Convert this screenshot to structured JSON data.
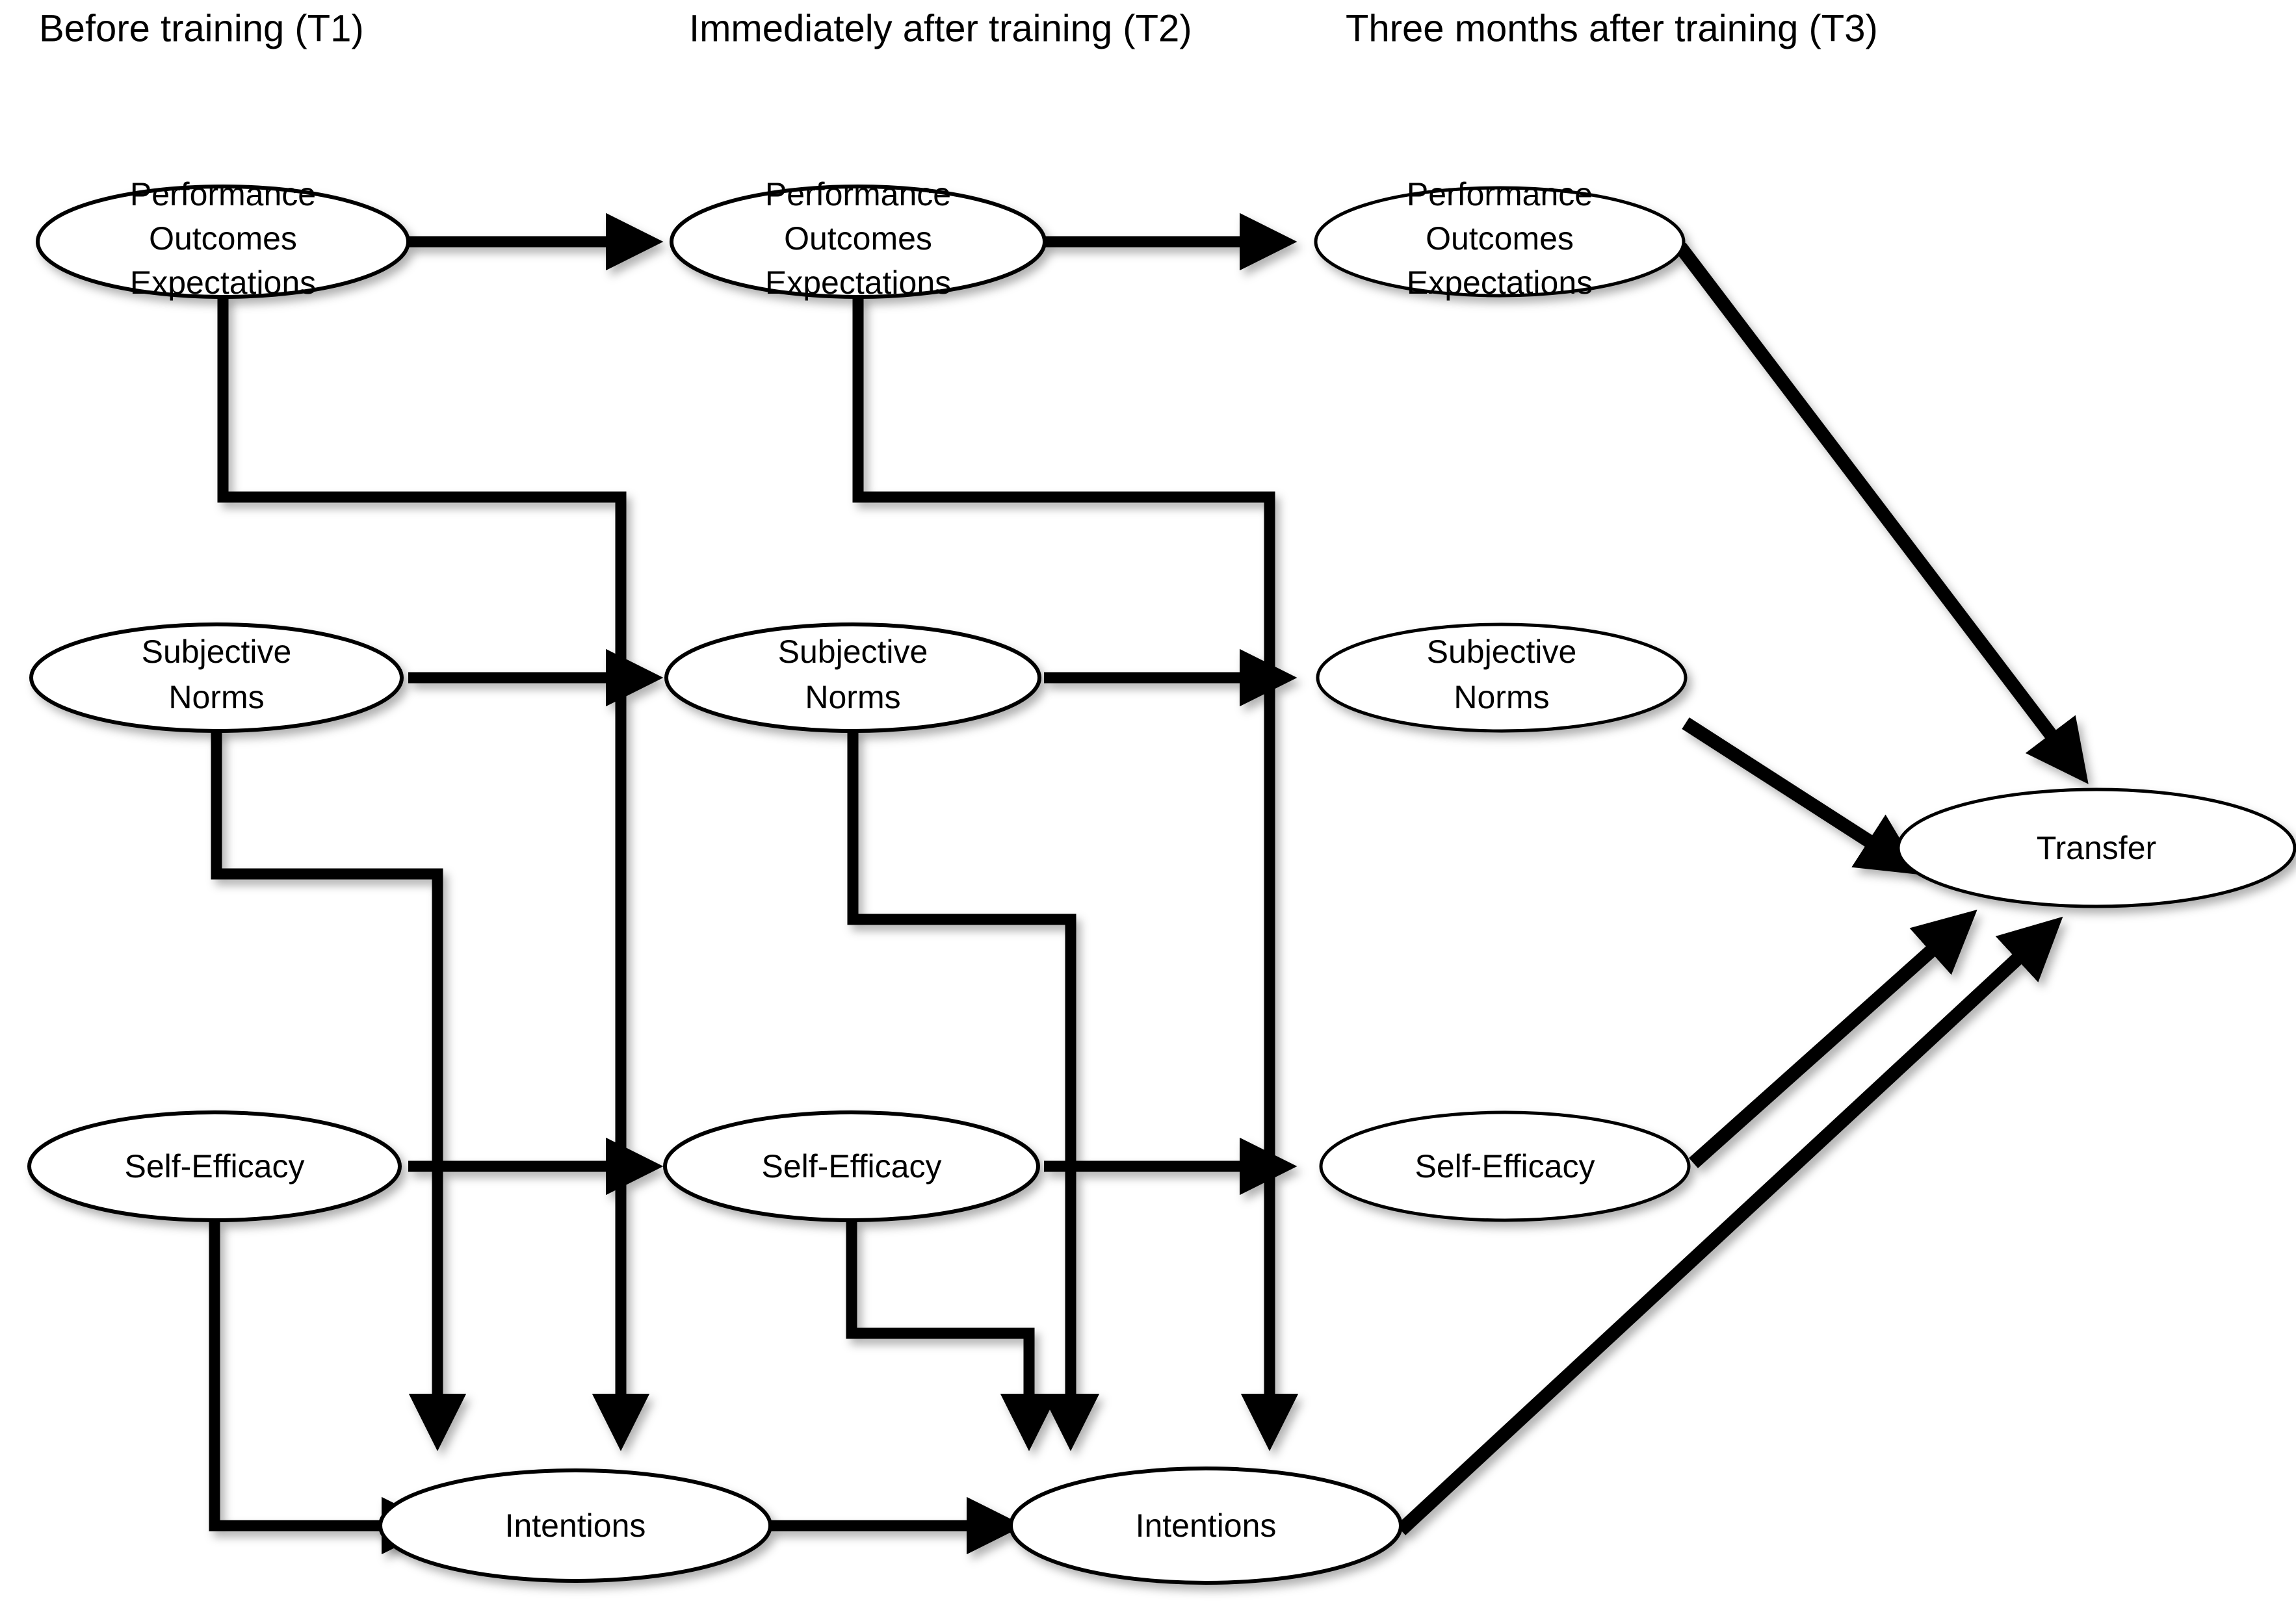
{
  "figure": {
    "type": "path-diagram",
    "background": "#ffffff",
    "stroke_color": "#000000",
    "timeline_arrow": "right-pointing-arrow"
  },
  "timeline": {
    "labels": [
      {
        "id": "t1",
        "text": "Before training (T1)"
      },
      {
        "id": "t2",
        "text": "Immediately after training (T2)"
      },
      {
        "id": "t3",
        "text": "Three months after training (T3)"
      }
    ]
  },
  "nodes": {
    "t1_poe": {
      "label_line1": "Performance",
      "label_line2": "Outcomes",
      "label_line3": "Expectations"
    },
    "t2_poe": {
      "label_line1": "Performance",
      "label_line2": "Outcomes",
      "label_line3": "Expectations"
    },
    "t3_poe": {
      "label_line1": "Performance",
      "label_line2": "Outcomes",
      "label_line3": "Expectations"
    },
    "t1_sn": {
      "label_line1": "Subjective",
      "label_line2": "Norms"
    },
    "t2_sn": {
      "label_line1": "Subjective",
      "label_line2": "Norms"
    },
    "t3_sn": {
      "label_line1": "Subjective",
      "label_line2": "Norms"
    },
    "t1_se": {
      "label_line1": "Self-Efficacy"
    },
    "t2_se": {
      "label_line1": "Self-Efficacy"
    },
    "t3_se": {
      "label_line1": "Self-Efficacy"
    },
    "t1_int": {
      "label_line1": "Intentions"
    },
    "t2_int": {
      "label_line1": "Intentions"
    },
    "transfer": {
      "label_line1": "Transfer"
    }
  },
  "edges": [
    {
      "from": "t1_poe",
      "to": "t2_poe",
      "style": "orthogonal"
    },
    {
      "from": "t2_poe",
      "to": "t3_poe",
      "style": "orthogonal"
    },
    {
      "from": "t1_sn",
      "to": "t2_sn",
      "style": "orthogonal"
    },
    {
      "from": "t2_sn",
      "to": "t3_sn",
      "style": "orthogonal"
    },
    {
      "from": "t1_se",
      "to": "t2_se",
      "style": "orthogonal"
    },
    {
      "from": "t2_se",
      "to": "t3_se",
      "style": "orthogonal"
    },
    {
      "from": "t1_int",
      "to": "t2_int",
      "style": "orthogonal"
    },
    {
      "from": "t1_poe",
      "to": "t1_int",
      "style": "orthogonal"
    },
    {
      "from": "t1_sn",
      "to": "t1_int",
      "style": "orthogonal"
    },
    {
      "from": "t1_se",
      "to": "t1_int",
      "style": "orthogonal"
    },
    {
      "from": "t2_poe",
      "to": "t2_int",
      "style": "orthogonal"
    },
    {
      "from": "t2_sn",
      "to": "t2_int",
      "style": "orthogonal"
    },
    {
      "from": "t2_se",
      "to": "t2_int",
      "style": "orthogonal"
    },
    {
      "from": "t3_poe",
      "to": "transfer",
      "style": "diagonal"
    },
    {
      "from": "t3_sn",
      "to": "transfer",
      "style": "diagonal"
    },
    {
      "from": "t3_se",
      "to": "transfer",
      "style": "diagonal"
    },
    {
      "from": "t2_int",
      "to": "transfer",
      "style": "diagonal"
    }
  ]
}
